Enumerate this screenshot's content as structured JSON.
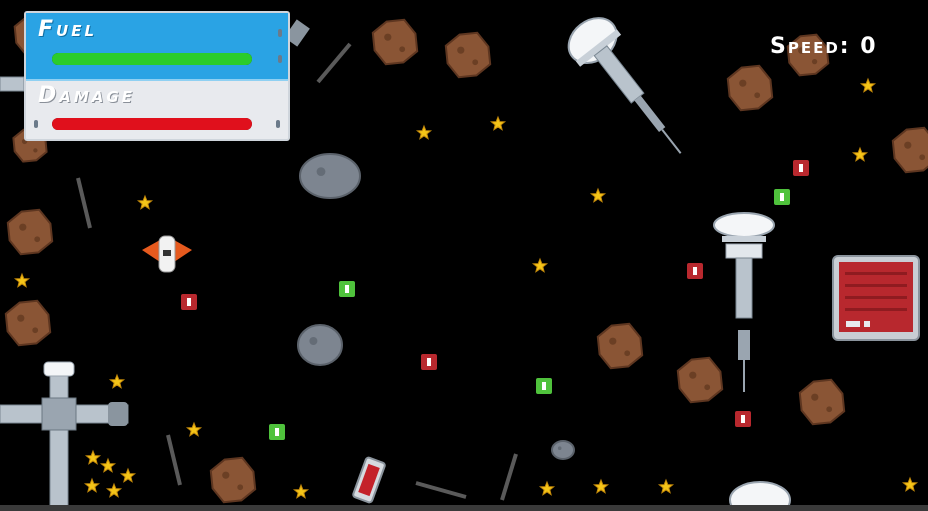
{
  "hud": {
    "fuel_label": "Fuel",
    "damage_label": "Damage",
    "fuel_level": 1.0,
    "damage_level": 1.0
  },
  "speed": {
    "text": "Speed: 0"
  },
  "colors": {
    "fuel_panel": "#2aa3e4",
    "fuel_bar": "#2bcc2b",
    "damage_bar": "#e0101c",
    "star": "#f5c518",
    "asteroid_brown": "#8a5535",
    "asteroid_gray": "#7d8590",
    "pickup_green": "#4fc23c",
    "pickup_red": "#b8282e"
  }
}
